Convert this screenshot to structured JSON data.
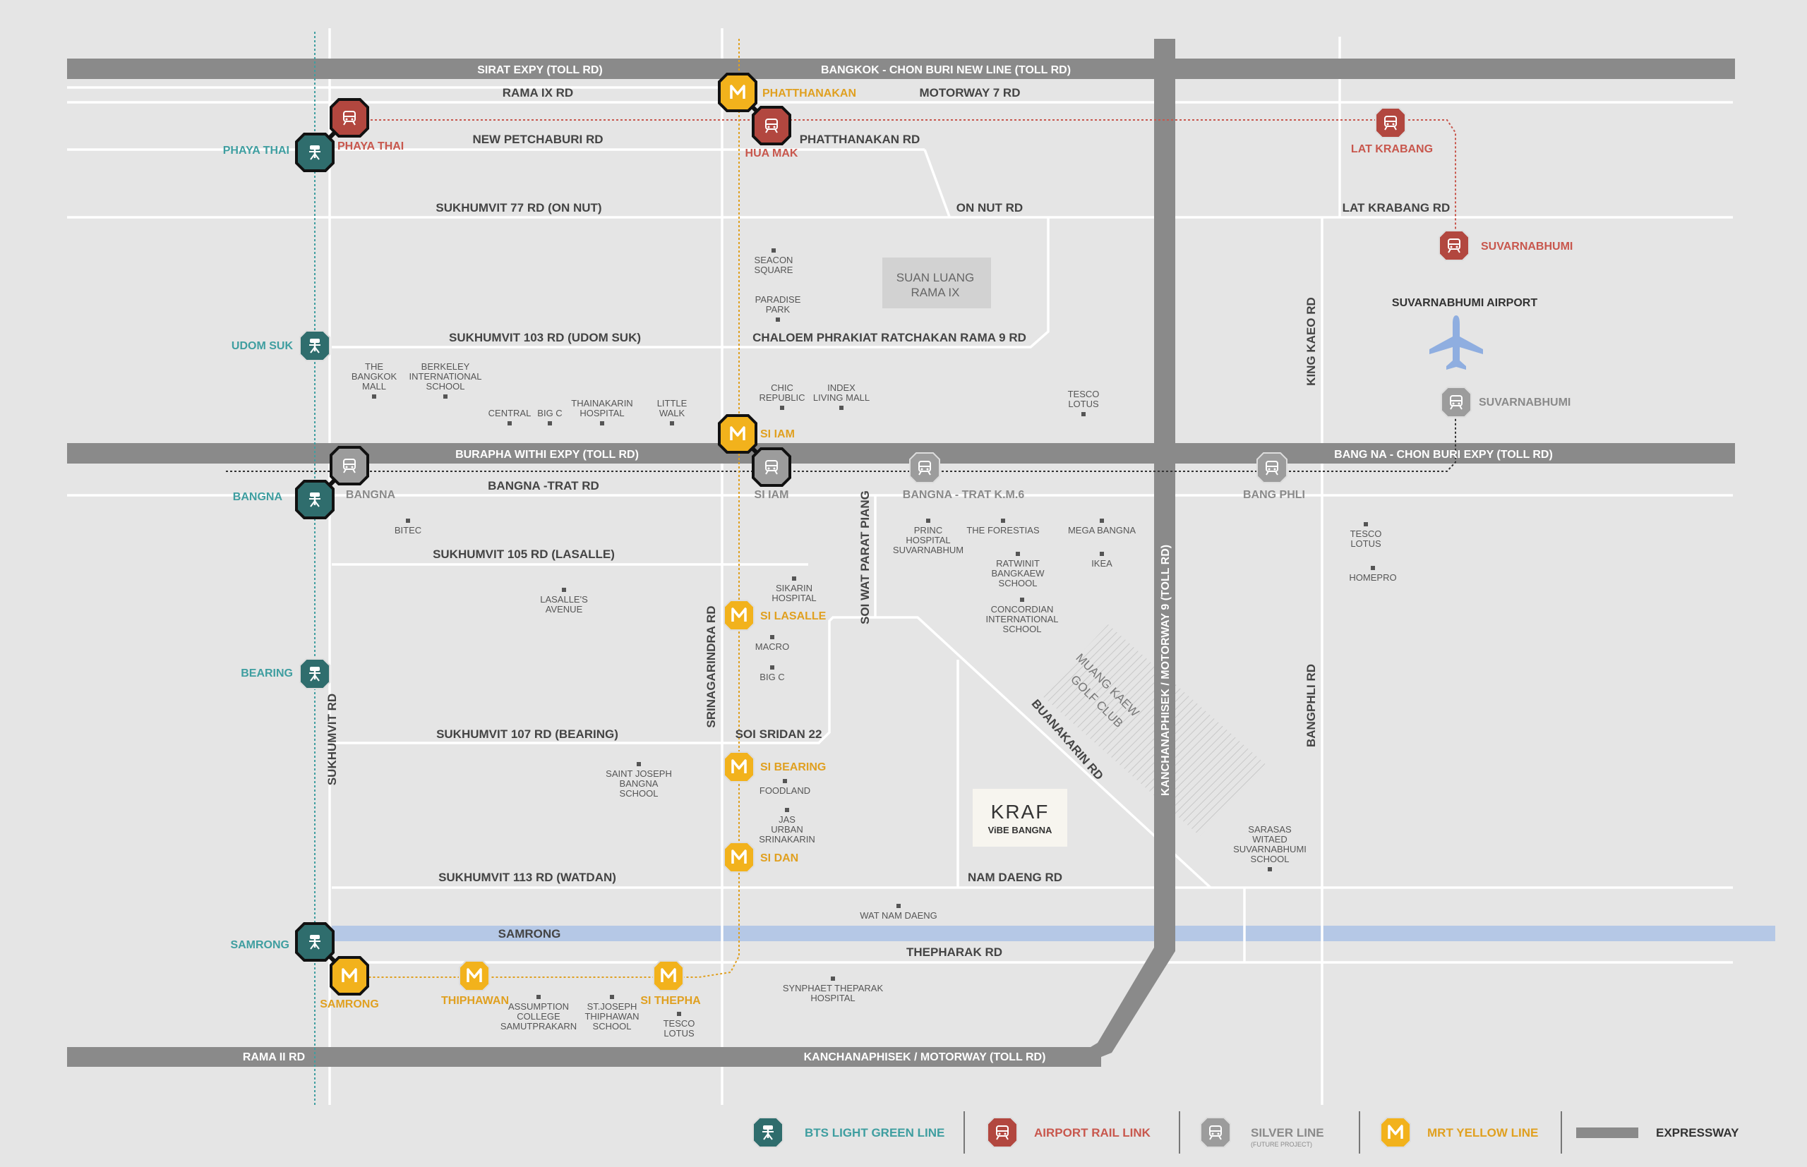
{
  "colors": {
    "background": "#e5e5e5",
    "expressway": "#8a8a8a",
    "road": "#ffffff",
    "bts_green": "#2f6d6d",
    "airport_rail": "#b2473f",
    "silver_line": "#9c9c9c",
    "mrt_yellow": "#f2b21c",
    "canal": "#b5c8e6",
    "airport_icon": "#8faee0"
  },
  "icons": {
    "bts": "train-icon",
    "arl": "train-icon",
    "silver": "train-icon",
    "mrt": "letter-m",
    "airport": "airplane-icon"
  },
  "expressways": {
    "sirat": "SIRAT EXPY (TOLL RD)",
    "chonburi_new_line": "BANGKOK - CHON BURI NEW LINE (TOLL RD)",
    "burapha": "BURAPHA WITHI EXPY (TOLL RD)",
    "bang_na_chon_buri": "BANG NA - CHON BURI EXPY (TOLL RD)",
    "rama2": "RAMA II RD",
    "kanchanaphisek_bottom": "KANCHANAPHISEK / MOTORWAY (TOLL RD)",
    "kanchanaphisek_vertical": "KANCHANAPHISEK / MOTORWAY 9 (TOLL RD)"
  },
  "roads": {
    "rama9": "RAMA IX RD",
    "motorway7": "MOTORWAY 7 RD",
    "new_petchaburi": "NEW PETCHABURI RD",
    "phatthanakan_rd": "PHATTHANAKAN RD",
    "sukhumvit77": "SUKHUMVIT 77 RD (ON NUT)",
    "on_nut": "ON NUT RD",
    "lat_krabang_rd": "LAT KRABANG RD",
    "sukhumvit103": "SUKHUMVIT 103 RD (UDOM SUK)",
    "chaloem": "CHALOEM PHRAKIAT RATCHAKAN RAMA 9 RD",
    "king_kaeo": "KING KAEO RD",
    "bangna_trat": "BANGNA -TRAT RD",
    "sukhumvit105": "SUKHUMVIT 105 RD (LASALLE)",
    "soi_wat_parat_piang": "SOI WAT PARAT PIANG",
    "srinagarindra": "SRINAGARINDRA RD",
    "sukhumvit_rd": "SUKHUMVIT RD",
    "sukhumvit107": "SUKHUMVIT 107 RD (BEARING)",
    "soi_sridan22": "SOI SRIDAN 22",
    "buanakarin": "BUANAKARIN RD",
    "bangphli_rd": "BANGPHLI RD",
    "sukhumvit113": "SUKHUMVIT 113 RD (WATDAN)",
    "nam_daeng": "NAM DAENG RD",
    "thepharak": "THEPHARAK RD",
    "samrong_canal": "SAMRONG"
  },
  "areas": {
    "suan_luang": [
      "SUAN LUANG",
      "RAMA IX"
    ],
    "golf_club": [
      "MUANG KAEW",
      "GOLF CLUB"
    ],
    "airport": "SUVARNABHUMI AIRPORT"
  },
  "stations": {
    "bts": {
      "phaya_thai": "PHAYA THAI",
      "udom_suk": "UDOM SUK",
      "bangna": "BANGNA",
      "bearing": "BEARING",
      "samrong": "SAMRONG"
    },
    "arl": {
      "phaya_thai": "PHAYA THAI",
      "hua_mak": "HUA MAK",
      "lat_krabang": "LAT KRABANG",
      "suvarnabhumi": "SUVARNABHUMI"
    },
    "silver": {
      "bangna": "BANGNA",
      "si_iam": "SI IAM",
      "bangna_trat_km6": "BANGNA - TRAT K.M.6",
      "bang_phli": "BANG PHLI",
      "suvarnabhumi": "SUVARNABHUMI"
    },
    "mrt": {
      "phatthanakan": "PHATTHANAKAN",
      "si_iam": "SI IAM",
      "si_lasalle": "SI LASALLE",
      "si_bearing": "SI BEARING",
      "si_dan": "SI DAN",
      "si_thepha": "SI THEPHA",
      "thiphawan": "THIPHAWAN",
      "samrong": "SAMRONG"
    }
  },
  "pois": {
    "seacon": [
      "SEACON",
      "SQUARE"
    ],
    "paradise": [
      "PARADISE",
      "PARK"
    ],
    "bangkok_mall": [
      "THE",
      "BANGKOK",
      "MALL"
    ],
    "berkeley": [
      "BERKELEY",
      "INTERNATIONAL",
      "SCHOOL"
    ],
    "central": [
      "CENTRAL"
    ],
    "bigc_1": [
      "BIG C"
    ],
    "thainakarin": [
      "THAINAKARIN",
      "HOSPITAL"
    ],
    "little_walk": [
      "LITTLE",
      "WALK"
    ],
    "chic": [
      "CHIC",
      "REPUBLIC"
    ],
    "index": [
      "INDEX",
      "LIVING MALL"
    ],
    "tesco_1": [
      "TESCO",
      "LOTUS"
    ],
    "bitec": [
      "BITEC"
    ],
    "princ": [
      "PRINC",
      "HOSPITAL",
      "SUVARNABHUM"
    ],
    "forestias": [
      "THE FORESTIAS"
    ],
    "mega": [
      "MEGA BANGNA"
    ],
    "ratwinit": [
      "RATWINIT",
      "BANGKAEW",
      "SCHOOL"
    ],
    "ikea": [
      "IKEA"
    ],
    "tesco_2": [
      "TESCO",
      "LOTUS"
    ],
    "homepro": [
      "HOMEPRO"
    ],
    "lasalle_avenue": [
      "LASALLE'S",
      "AVENUE"
    ],
    "sikarin": [
      "SIKARIN",
      "HOSPITAL"
    ],
    "concordian": [
      "CONCORDIAN",
      "INTERNATIONAL",
      "SCHOOL"
    ],
    "macro": [
      "MACRO"
    ],
    "bigc_2": [
      "BIG C"
    ],
    "saint_joseph": [
      "SAINT JOSEPH",
      "BANGNA",
      "SCHOOL"
    ],
    "foodland": [
      "FOODLAND"
    ],
    "jas": [
      "JAS",
      "URBAN",
      "SRINAKARIN"
    ],
    "sarasas": [
      "SARASAS",
      "WITAED",
      "SUVARNABHUMI",
      "SCHOOL"
    ],
    "wat_nam_daeng": [
      "WAT NAM DAENG"
    ],
    "synphaet": [
      "SYNPHAET THEPARAK",
      "HOSPITAL"
    ],
    "assumption": [
      "ASSUMPTION",
      "COLLEGE",
      "SAMUTPRAKARN"
    ],
    "stjoseph_thiphawan": [
      "ST.JOSEPH",
      "THIPHAWAN",
      "SCHOOL"
    ],
    "tesco_3": [
      "TESCO",
      "LOTUS"
    ]
  },
  "project": {
    "logo": "KRAF",
    "sub": "ViBE BANGNA"
  },
  "legend": {
    "bts": "BTS LIGHT GREEN LINE",
    "arl": "AIRPORT RAIL LINK",
    "silver": "SILVER LINE",
    "silver_note": "(FUTURE PROJECT)",
    "mrt": "MRT YELLOW LINE",
    "expressway": "EXPRESSWAY"
  }
}
